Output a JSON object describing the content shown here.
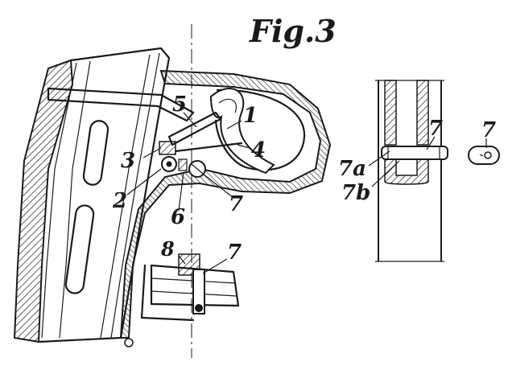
{
  "figure": {
    "title": "Fig.3"
  },
  "labels": {
    "l1": "1",
    "l2": "2",
    "l3": "3",
    "l4": "4",
    "l5": "5",
    "l6": "6",
    "l7_trigger": "7",
    "l7_lower": "7",
    "l8": "8",
    "l7_right": "7",
    "l7_far_right": "7",
    "l7a": "7a",
    "l7b": "7b"
  },
  "colors": {
    "ink": "#1a1a1a",
    "paper": "#ffffff"
  }
}
